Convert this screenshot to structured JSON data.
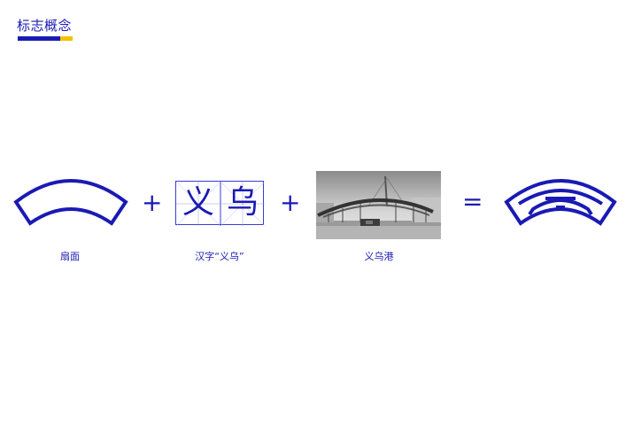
{
  "header": {
    "title": "标志概念"
  },
  "colors": {
    "brand_blue": "#1a1ab4",
    "accent_yellow": "#f2c200"
  },
  "equation": {
    "plus_1": "+",
    "plus_2": "+",
    "equals": "=",
    "characters": [
      "义",
      "乌"
    ],
    "captions": {
      "fan": "扇面",
      "characters": "汉字“义乌”",
      "port": "义乌港"
    },
    "icons": [
      "fan-shape-icon",
      "port-photo",
      "logo-emblem-icon"
    ]
  }
}
